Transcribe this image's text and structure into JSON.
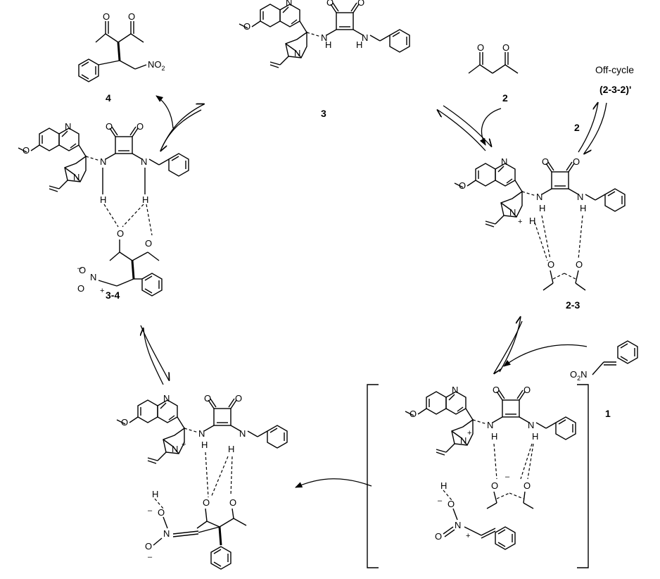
{
  "compounds": {
    "c4": "4",
    "c3": "3",
    "c2": "2",
    "c2_offcycle": "2",
    "offcycle_title": "Off-cycle",
    "offcycle_id": "(2-3-2)'",
    "c34": "3-4",
    "c23": "2-3",
    "c1": "1"
  },
  "atoms": {
    "N": "N",
    "O": "O",
    "H": "H",
    "NO2": "NO",
    "NO2_sub": "2",
    "O2N": "O",
    "O2N_sub": "2",
    "O2N_tail": "N",
    "plus": "+",
    "minus": "–"
  }
}
